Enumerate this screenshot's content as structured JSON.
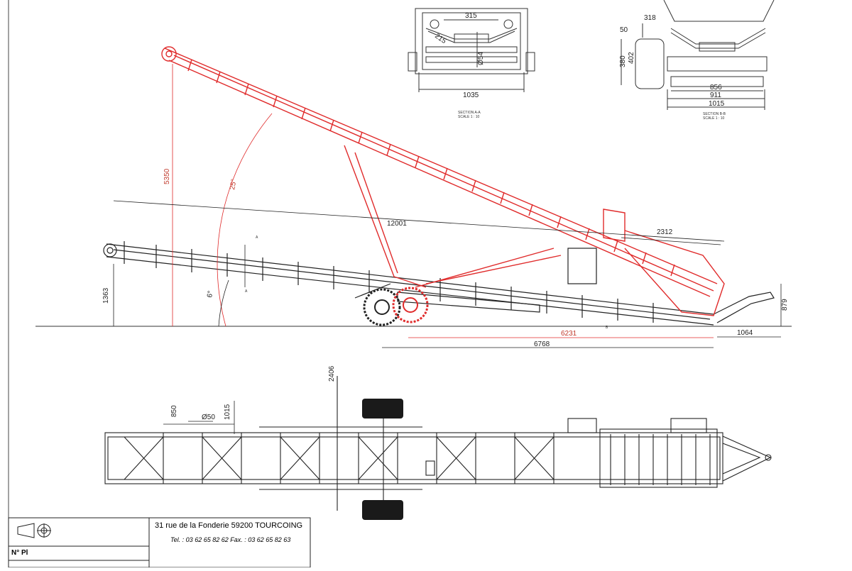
{
  "section_a": {
    "title": "SECTION A-A",
    "scale": "SCALE 1 : 10",
    "dims": {
      "top": "315",
      "diag": "215",
      "roller": "Ø54",
      "width": "1035"
    }
  },
  "section_b": {
    "title": "SECTION B-B",
    "scale": "SCALE 1 : 10",
    "dims": {
      "top": "318",
      "left_top": "50",
      "h1": "380",
      "h2": "402",
      "w1": "856",
      "w2": "911",
      "w3": "1015"
    }
  },
  "side_view": {
    "red_height": "5350",
    "red_angle": "25°",
    "black_angle": "6°",
    "length": "12001",
    "overhang": "2312",
    "tail_height": "1363",
    "hitch_height": "879",
    "hitch_len": "1064",
    "red_base": "6231",
    "black_base": "6768",
    "section_marker_a": "A",
    "section_marker_b": "B"
  },
  "top_view": {
    "track_width": "2406",
    "d1": "850",
    "d2": "Ø50",
    "d3": "1015"
  },
  "title_block": {
    "address": "31 rue de la Fonderie  59200 TOURCOING",
    "phone": "Tel. : 03 62 65 82 62   Fax. : 03 62 65 82 63",
    "plan_no_label": "N° Pl"
  },
  "colors": {
    "raised_conveyor": "#e02b2b",
    "lowered_conveyor": "#222222"
  }
}
